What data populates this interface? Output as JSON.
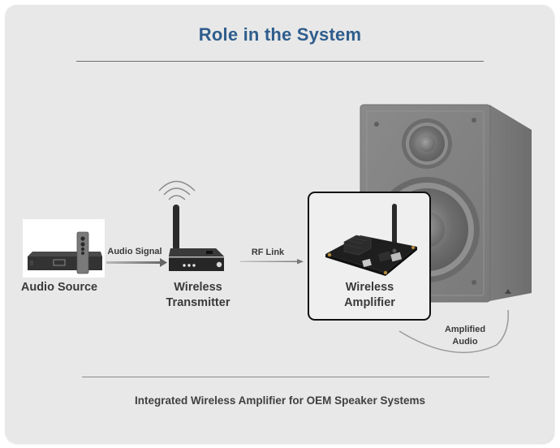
{
  "title": "Role in the System",
  "footer": "Integrated Wireless Amplifier for OEM Speaker Systems",
  "colors": {
    "title": "#2f5d8c",
    "card_background": "#e8e8e8",
    "text": "#3a3a3a"
  },
  "nodes": [
    {
      "id": "audio-source",
      "label": "Audio Source",
      "icon": "media-player-with-remote-icon"
    },
    {
      "id": "wireless-transmitter",
      "label_line1": "Wireless",
      "label_line2": "Transmitter",
      "icon": "wireless-transmitter-icon"
    },
    {
      "id": "wireless-amplifier",
      "label_line1": "Wireless",
      "label_line2": "Amplifier",
      "icon": "amplifier-board-icon",
      "highlighted": true
    },
    {
      "id": "speaker",
      "label": "",
      "icon": "bookshelf-speaker-icon"
    }
  ],
  "connections": [
    {
      "from": "audio-source",
      "to": "wireless-transmitter",
      "label": "Audio Signal"
    },
    {
      "from": "wireless-transmitter",
      "to": "wireless-amplifier",
      "label": "RF Link"
    },
    {
      "from": "wireless-amplifier",
      "to": "speaker",
      "label_line1": "Amplified",
      "label_line2": "Audio"
    }
  ]
}
